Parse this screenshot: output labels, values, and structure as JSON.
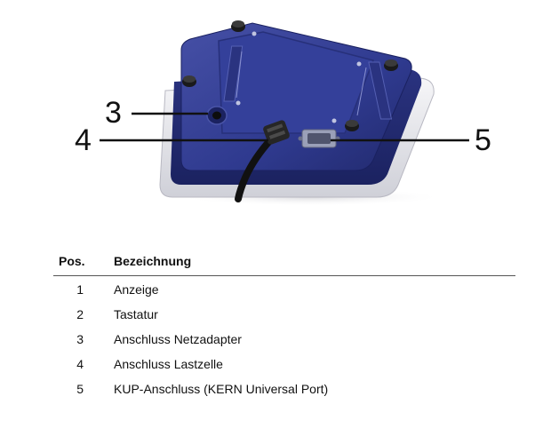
{
  "callouts": [
    {
      "number": "3"
    },
    {
      "number": "4"
    },
    {
      "number": "5"
    }
  ],
  "table": {
    "header_pos": "Pos.",
    "header_desc": "Bezeichnung",
    "rows": [
      {
        "pos": "1",
        "desc": "Anzeige"
      },
      {
        "pos": "2",
        "desc": "Tastatur"
      },
      {
        "pos": "3",
        "desc": "Anschluss Netzadapter"
      },
      {
        "pos": "4",
        "desc": "Anschluss Lastzelle"
      },
      {
        "pos": "5",
        "desc": "KUP-Anschluss (KERN Universal Port)"
      }
    ]
  },
  "colors": {
    "housing_blue": "#2f3a8f",
    "housing_dark": "#1f2766",
    "base_white": "#e8e8ec",
    "cable": "#111111"
  }
}
